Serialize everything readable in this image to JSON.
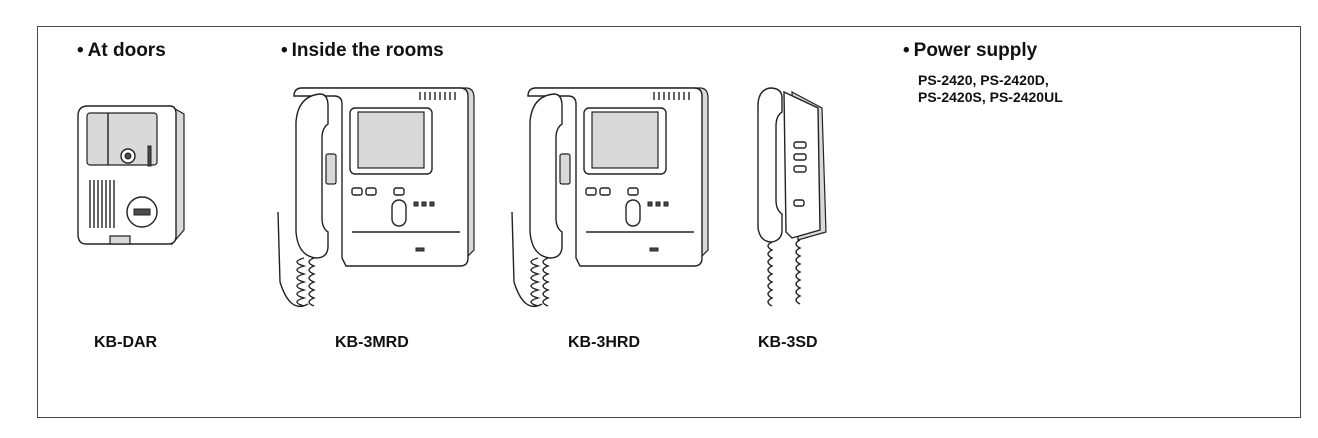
{
  "sections": {
    "at_doors": {
      "bullet": "•",
      "label": "At doors"
    },
    "inside_rooms": {
      "bullet": "•",
      "label": "Inside the rooms"
    },
    "power_supply": {
      "bullet": "•",
      "label": "Power supply",
      "lines": [
        "PS-2420, PS-2420D,",
        "PS-2420S, PS-2420UL"
      ]
    }
  },
  "devices": [
    {
      "model": "KB-DAR",
      "icon": "door-station-icon"
    },
    {
      "model": "KB-3MRD",
      "icon": "video-monitor-icon"
    },
    {
      "model": "KB-3HRD",
      "icon": "video-monitor-icon"
    },
    {
      "model": "KB-3SD",
      "icon": "handset-station-icon"
    }
  ]
}
